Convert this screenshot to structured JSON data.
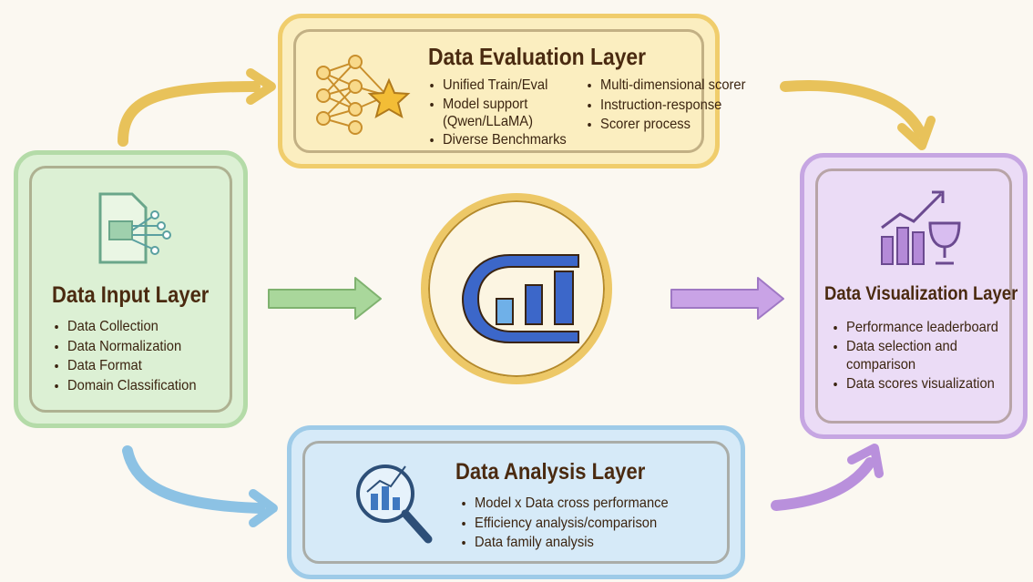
{
  "evaluation": {
    "title": "Data Evaluation Layer",
    "col1": [
      "Unified Train/Eval",
      "Model support (Qwen/LLaMA)",
      "Diverse Benchmarks"
    ],
    "col2": [
      "Multi-dimensional scorer",
      "Instruction-response",
      "Scorer process"
    ],
    "color": "#f3d27a"
  },
  "input": {
    "title": "Data Input Layer",
    "items": [
      "Data Collection",
      "Data Normalization",
      "Data Format",
      "Domain Classification"
    ],
    "color": "#b9dfae"
  },
  "visualization": {
    "title": "Data Visualization Layer",
    "items": [
      "Performance leaderboard",
      "Data selection and comparison",
      "Data scores visualization"
    ],
    "color": "#c9a9e4"
  },
  "analysis": {
    "title": "Data Analysis Layer",
    "items": [
      "Model x Data cross performance",
      "Efficiency analysis/comparison",
      "Data family analysis"
    ],
    "color": "#a3cfea"
  },
  "logo": {
    "color": "#3c67c9"
  }
}
